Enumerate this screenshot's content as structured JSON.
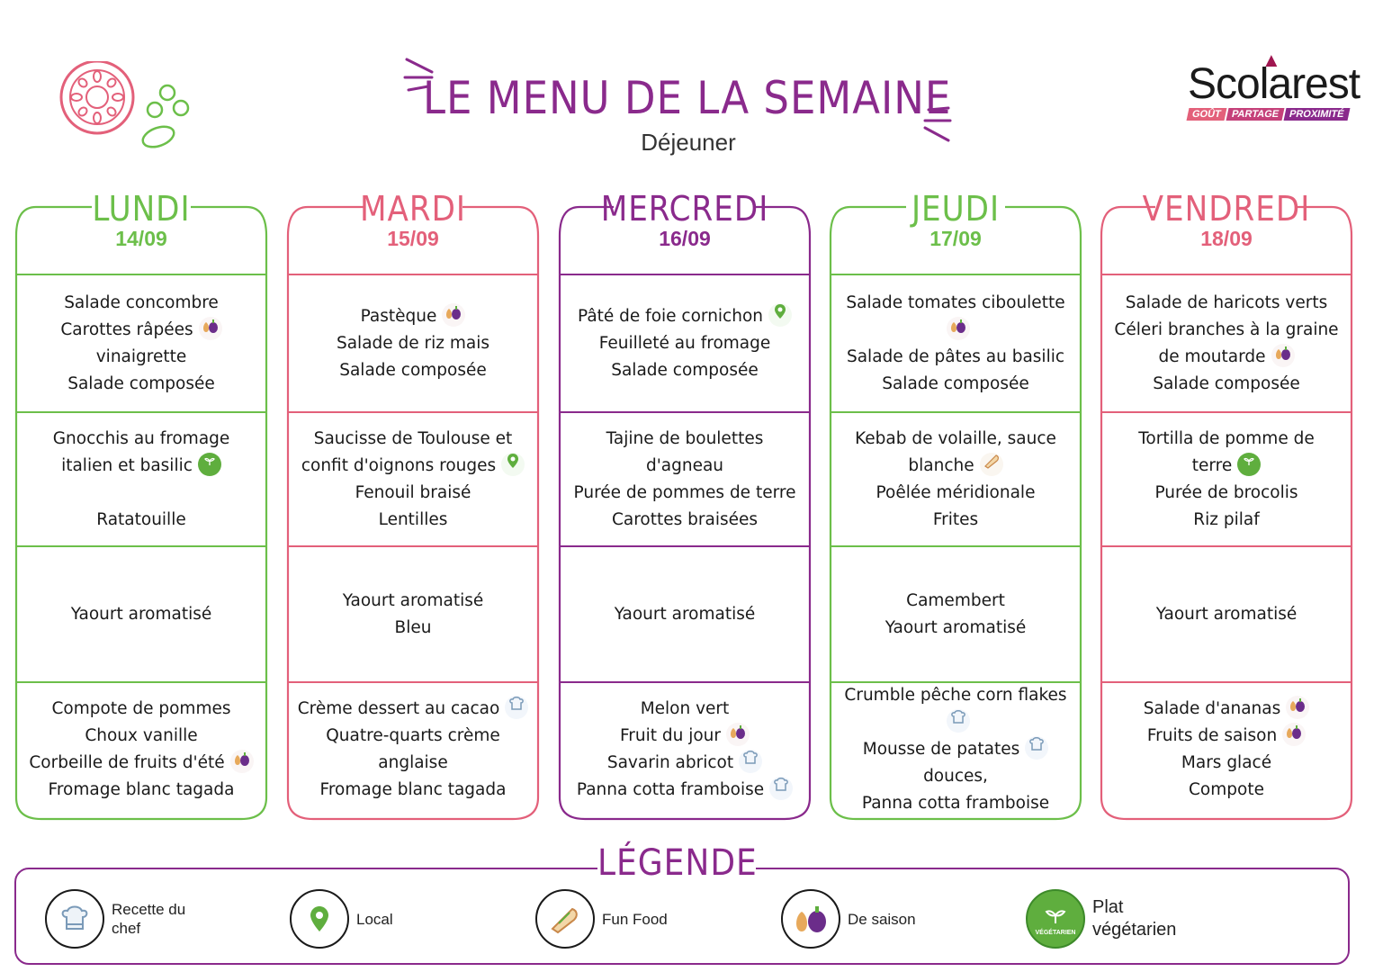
{
  "header": {
    "title": "LE MENU DE LA SEMAINE",
    "subtitle": "Déjeuner",
    "logo_name": "Scolarest",
    "logo_tagline": [
      "GOÛT",
      "PARTAGE",
      "PROXIMITÉ"
    ]
  },
  "days": [
    {
      "name": "LUNDI",
      "date": "14/09",
      "color": "#6cbf4a",
      "courses": [
        [
          {
            "text": "Salade concombre"
          },
          {
            "text": "Carottes râpées",
            "icon": "seasonal-icon"
          },
          {
            "text": "vinaigrette"
          },
          {
            "text": "Salade composée"
          }
        ],
        [
          {
            "text": "Gnocchis au fromage"
          },
          {
            "text": "italien et basilic",
            "icon": "vegetarian-icon"
          },
          {
            "text": ""
          },
          {
            "text": "Ratatouille"
          }
        ],
        [
          {
            "text": "Yaourt aromatisé"
          }
        ],
        [
          {
            "text": "Compote de pommes"
          },
          {
            "text": "Choux vanille"
          },
          {
            "text": "Corbeille de fruits d'été",
            "icon": "seasonal-icon"
          },
          {
            "text": "Fromage blanc tagada"
          }
        ]
      ]
    },
    {
      "name": "MARDI",
      "date": "15/09",
      "color": "#e3607a",
      "courses": [
        [
          {
            "text": "Pastèque",
            "icon": "seasonal-icon"
          },
          {
            "text": "Salade de riz mais"
          },
          {
            "text": "Salade composée"
          }
        ],
        [
          {
            "text": "Saucisse de Toulouse et"
          },
          {
            "text": "confit d'oignons rouges",
            "icon": "local-icon"
          },
          {
            "text": "Fenouil braisé"
          },
          {
            "text": "Lentilles"
          }
        ],
        [
          {
            "text": "Yaourt aromatisé"
          },
          {
            "text": "Bleu"
          }
        ],
        [
          {
            "text": "Crème dessert au cacao",
            "icon": "chef-icon"
          },
          {
            "text": "Quatre-quarts crème"
          },
          {
            "text": "anglaise"
          },
          {
            "text": "Fromage blanc tagada"
          }
        ]
      ]
    },
    {
      "name": "MERCREDI",
      "date": "16/09",
      "color": "#8a2a8c",
      "courses": [
        [
          {
            "text": "Pâté de foie cornichon",
            "icon": "local-icon"
          },
          {
            "text": "Feuilleté au fromage"
          },
          {
            "text": "Salade composée"
          }
        ],
        [
          {
            "text": "Tajine de boulettes"
          },
          {
            "text": "d'agneau"
          },
          {
            "text": "Purée de pommes de terre"
          },
          {
            "text": "Carottes braisées"
          }
        ],
        [
          {
            "text": "Yaourt aromatisé"
          }
        ],
        [
          {
            "text": "Melon vert"
          },
          {
            "text": "Fruit du jour",
            "icon": "seasonal-icon"
          },
          {
            "text": "Savarin abricot",
            "icon": "chef-icon"
          },
          {
            "text": "Panna cotta framboise",
            "icon": "chef-icon"
          }
        ]
      ]
    },
    {
      "name": "JEUDI",
      "date": "17/09",
      "color": "#6cbf4a",
      "courses": [
        [
          {
            "text": "Salade tomates ciboulette",
            "icon": "seasonal-icon"
          },
          {
            "text": "Salade de pâtes au basilic"
          },
          {
            "text": "Salade composée"
          }
        ],
        [
          {
            "text": "Kebab de volaille, sauce"
          },
          {
            "text": "blanche",
            "icon": "fun-food-icon"
          },
          {
            "text": "Poêlée méridionale"
          },
          {
            "text": "Frites"
          }
        ],
        [
          {
            "text": "Camembert"
          },
          {
            "text": "Yaourt aromatisé"
          }
        ],
        [
          {
            "text": "Crumble pêche corn flakes",
            "icon": "chef-icon"
          },
          {
            "text": "Mousse de patates",
            "icon": "chef-icon"
          },
          {
            "text": "douces,"
          },
          {
            "text": "Panna cotta framboise"
          }
        ]
      ]
    },
    {
      "name": "VENDREDI",
      "date": "18/09",
      "color": "#e3607a",
      "courses": [
        [
          {
            "text": "Salade de haricots verts"
          },
          {
            "text": "Céleri branches à la graine"
          },
          {
            "text": "de moutarde",
            "icon": "seasonal-icon"
          },
          {
            "text": "Salade composée"
          }
        ],
        [
          {
            "text": "Tortilla de pomme de"
          },
          {
            "text": "terre",
            "icon": "vegetarian-icon"
          },
          {
            "text": "Purée de brocolis"
          },
          {
            "text": "Riz pilaf"
          }
        ],
        [
          {
            "text": "Yaourt aromatisé"
          }
        ],
        [
          {
            "text": "Salade d'ananas",
            "icon": "seasonal-icon"
          },
          {
            "text": "Fruits de saison",
            "icon": "seasonal-icon"
          },
          {
            "text": "Mars glacé"
          },
          {
            "text": "Compote"
          }
        ]
      ]
    }
  ],
  "legend": {
    "title": "LÉGENDE",
    "items": [
      {
        "icon": "chef-icon",
        "label": "Recette du chef"
      },
      {
        "icon": "local-icon",
        "label": "Local"
      },
      {
        "icon": "fun-food-icon",
        "label": "Fun Food"
      },
      {
        "icon": "seasonal-icon",
        "label": "De saison"
      },
      {
        "icon": "vegetarian-icon",
        "label": "Plat végétarien",
        "badge": "VÉGÉTARIEN"
      }
    ]
  },
  "colors": {
    "purple": "#8a2a8c",
    "green": "#6cbf4a",
    "pink": "#e3607a",
    "vegetarian": "#5fae3e"
  }
}
